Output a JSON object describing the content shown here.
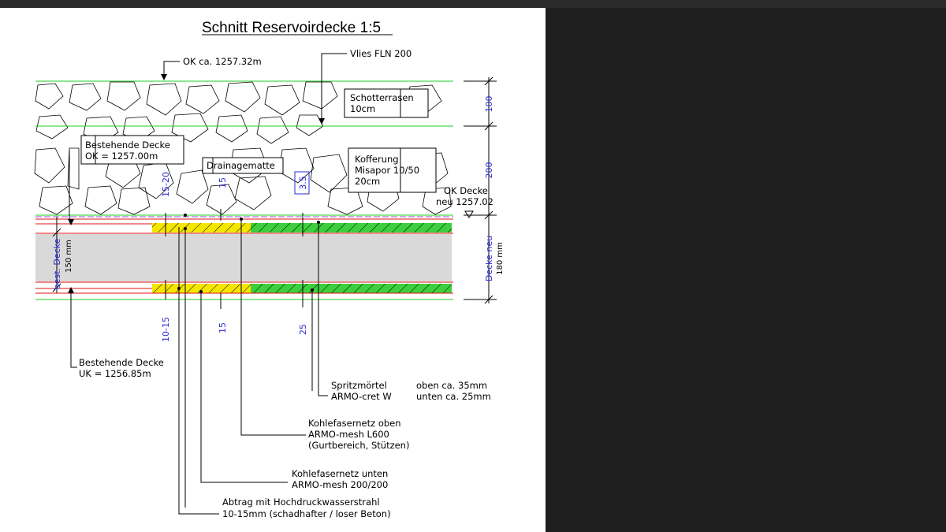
{
  "title": "Schnitt Reservoirdecke 1:5",
  "labels": {
    "ok_top": "OK ca. 1257.32m",
    "vlies": "Vlies FLN 200",
    "schotter_1": "Schotterrasen",
    "schotter_2": "10cm",
    "koff_1": "Kofferung",
    "koff_2": "Misapor 10/50",
    "koff_3": "20cm",
    "best_decke_1": "Bestehende Decke",
    "best_decke_2": "OK = 1257.00m",
    "drainage": "Drainagematte",
    "ok_decke_1": "OK Decke",
    "ok_decke_2": "neu 1257.02",
    "best_uk_1": "Bestehende Decke",
    "best_uk_2": "UK = 1256.85m",
    "spritz_1": "Spritzmörtel",
    "spritz_2": "ARMO-cret W",
    "spritz_3": "oben ca. 35mm",
    "spritz_4": "unten ca. 25mm",
    "kohle_oben_1": "Kohlefasernetz oben",
    "kohle_oben_2": "ARMO-mesh L600",
    "kohle_oben_3": "(Gurtbereich, Stützen)",
    "kohle_unten_1": "Kohlefasernetz unten",
    "kohle_unten_2": "ARMO-mesh 200/200",
    "abtrag_1": "Abtrag mit Hochdruckwasserstrahl",
    "abtrag_2": "10-15mm (schadhafter / loser Beton)"
  },
  "dims": {
    "d100": "100",
    "d200": "200",
    "decke_neu": "Decke neu",
    "d180": "180 mm",
    "best_decke": "best. Decke",
    "d150": "150 mm",
    "d15_20": "15-20",
    "d15a": "15",
    "d3_5": "3.5",
    "d10_15": "10-15",
    "d15b": "15",
    "d25": "25"
  },
  "colors": {
    "green": "#22cc22",
    "red": "#e01010",
    "yellow": "#f5e600",
    "concrete": "#d9d9d9",
    "dim_blue": "#2b2bd6"
  }
}
